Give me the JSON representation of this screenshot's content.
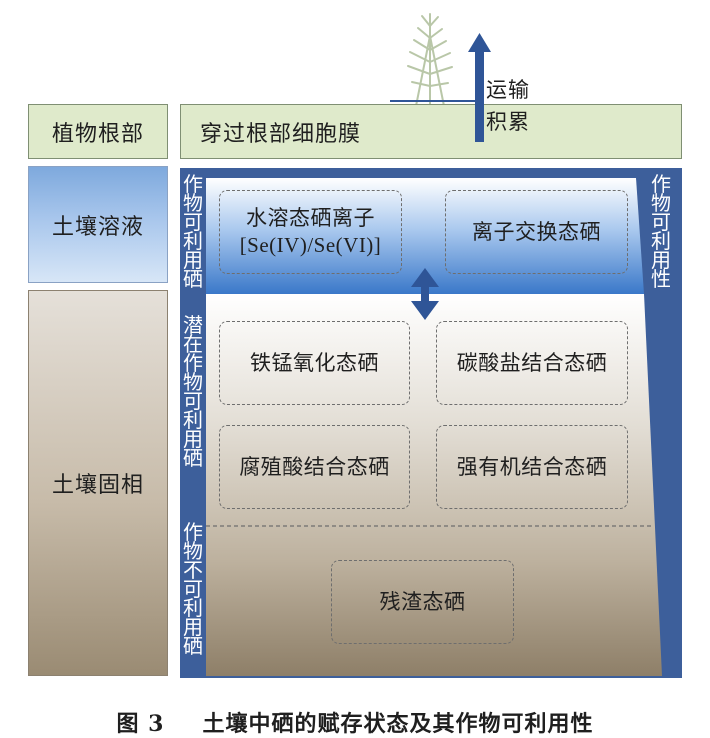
{
  "left_column": {
    "plant_root": "植物根部",
    "soil_solution": "土壤溶液",
    "soil_solid": "土壤固相"
  },
  "membrane_label": "穿过根部细胞膜",
  "transport": {
    "line1": "运输",
    "line2": "积累"
  },
  "availability": {
    "available_left": "作物可利用硒",
    "potential": "潜在作物可利用硒",
    "unavailable": "作物不可利用硒",
    "available_right": "作物可利用性"
  },
  "fractions": {
    "water_soluble_line1": "水溶态硒离子",
    "water_soluble_line2": "[Se(IV)/Se(VI)]",
    "exchangeable": "离子交换态硒",
    "fe_mn_oxide": "铁锰氧化态硒",
    "carbonate": "碳酸盐结合态硒",
    "humic_acid": "腐殖酸结合态硒",
    "strong_organic": "强有机结合态硒",
    "residual": "残渣态硒"
  },
  "caption": {
    "number": "图 3",
    "title": "土壤中硒的赋存状态及其作物可利用性"
  },
  "colors": {
    "frame_blue": "#3d5f9b",
    "arrow_blue": "#2f5597",
    "membrane_green": "#dfeacb"
  }
}
